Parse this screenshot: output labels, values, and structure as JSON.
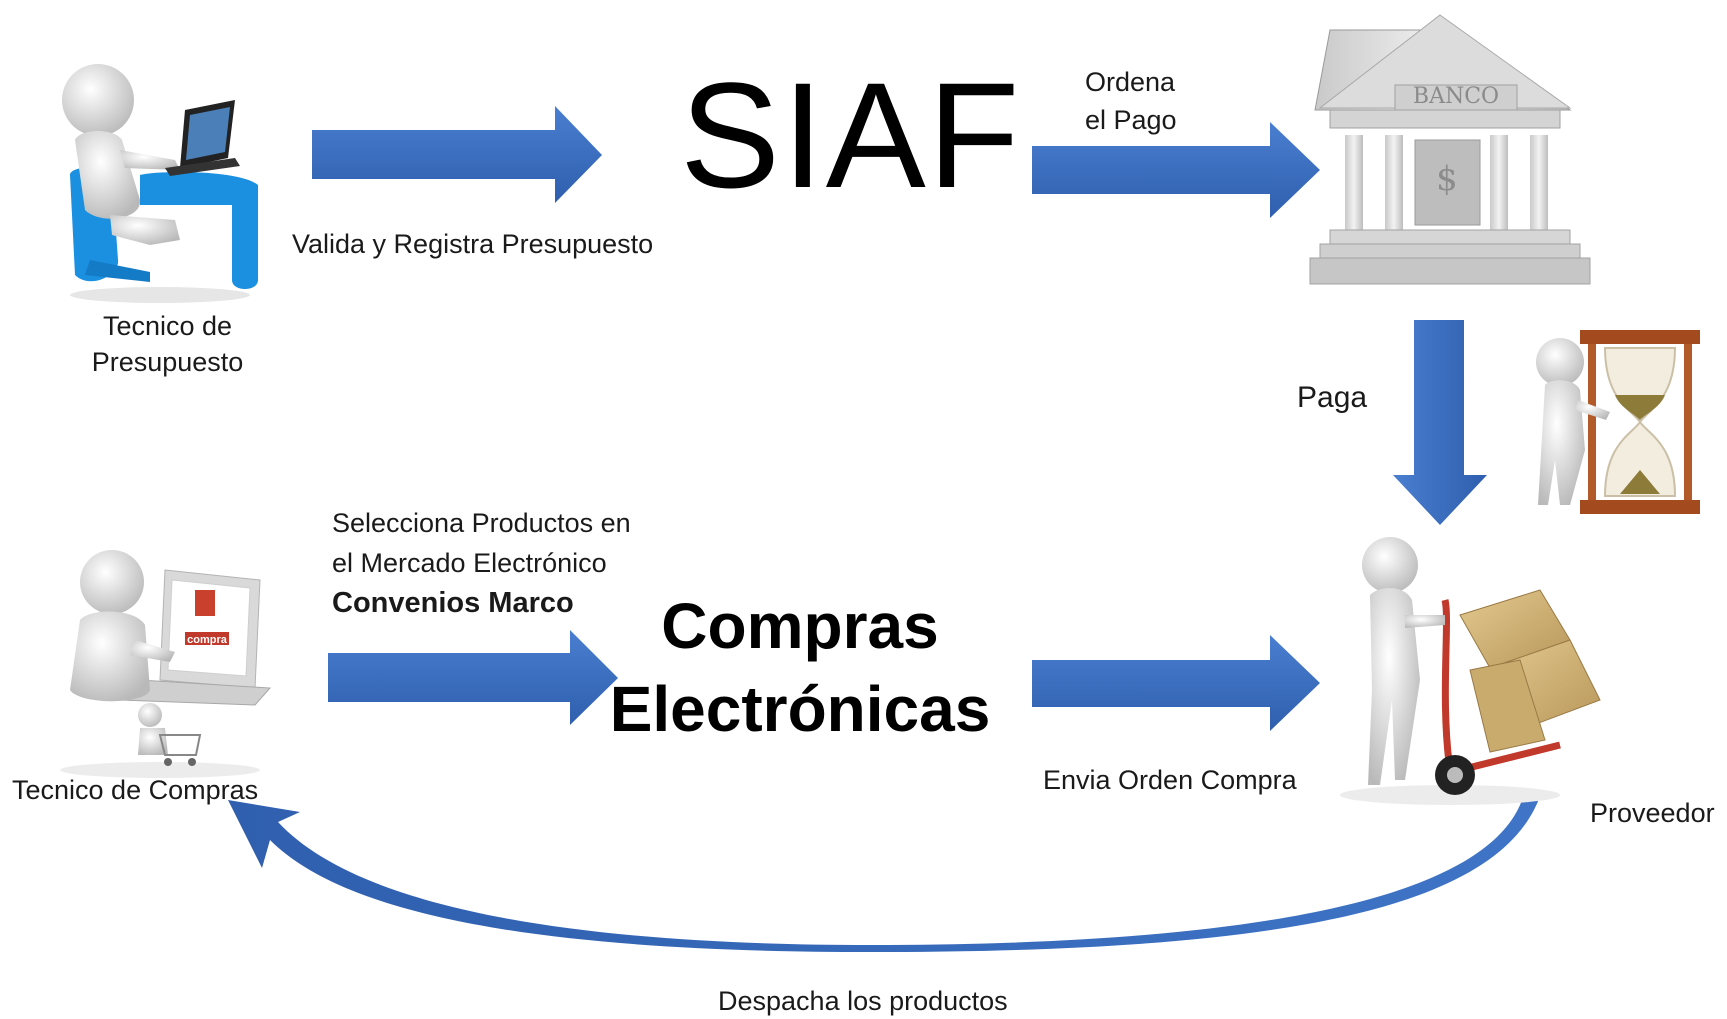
{
  "nodes": {
    "tecnico_presupuesto": "Tecnico de\nPresupuesto",
    "siaf": "SIAF",
    "banco_sign": "BANCO",
    "tecnico_compras": "Tecnico de Compras",
    "compras_line1": "Compras",
    "compras_line2": "Electrónicas",
    "proveedor": "Proveedor",
    "screen_tag": "compra"
  },
  "edges": {
    "valida": "Valida y Registra Presupuesto",
    "ordena_line1": "Ordena",
    "ordena_line2": "el Pago",
    "paga": "Paga",
    "selecciona_line1": "Selecciona Productos en",
    "selecciona_line2": "el Mercado Electrónico",
    "selecciona_line3": "Convenios Marco",
    "envia": "Envia Orden Compra",
    "despacha": "Despacha los productos"
  },
  "icons": [
    "person-laptop-icon",
    "bank-icon",
    "hourglass-person-icon",
    "person-computer-cart-icon",
    "person-hand-truck-icon"
  ],
  "colors": {
    "arrow": "#3b6fbf",
    "arrow_dark": "#2b579a",
    "chair": "#1b8fe0"
  }
}
